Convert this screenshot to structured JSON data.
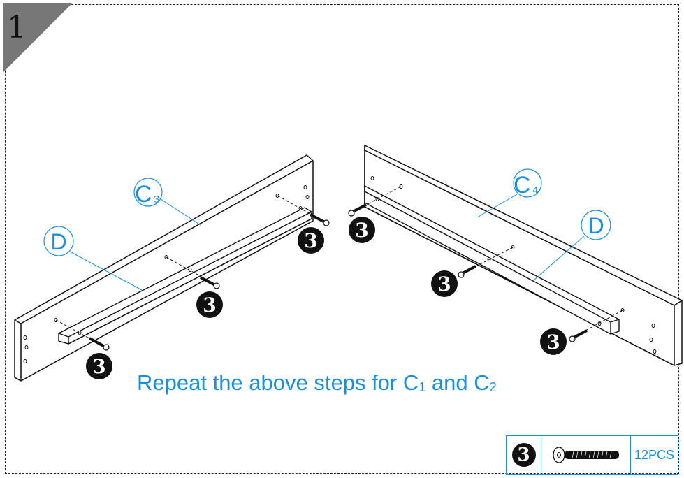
{
  "step": {
    "number": "1"
  },
  "labels": {
    "c3": {
      "letter": "C",
      "sub": "3"
    },
    "c4": {
      "letter": "C",
      "sub": "4"
    },
    "d_left": "D",
    "d_right": "D"
  },
  "badge_number": "3",
  "instruction": {
    "text_pre": "Repeat the above steps for C",
    "sub1": "1",
    "text_mid": " and C",
    "sub2": "2"
  },
  "parts_table": {
    "badge": "3",
    "quantity": "12PCS"
  },
  "colors": {
    "accent": "#1a8fe0",
    "line": "#111111",
    "corner": "#777777"
  }
}
